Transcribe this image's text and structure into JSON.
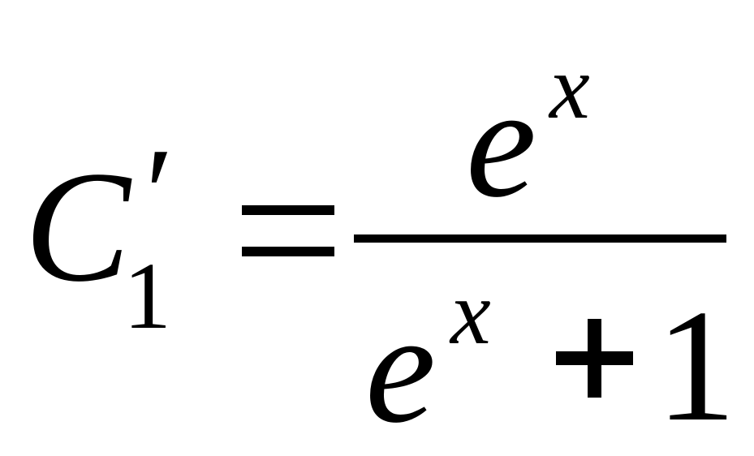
{
  "formula": {
    "lhs": {
      "symbol": "C",
      "subscript": "1",
      "prime": "′"
    },
    "relation": "=",
    "numerator": {
      "base": "e",
      "exponent": "x"
    },
    "denominator": {
      "base": "e",
      "exponent": "x",
      "operator": "+",
      "constant": "1"
    }
  }
}
